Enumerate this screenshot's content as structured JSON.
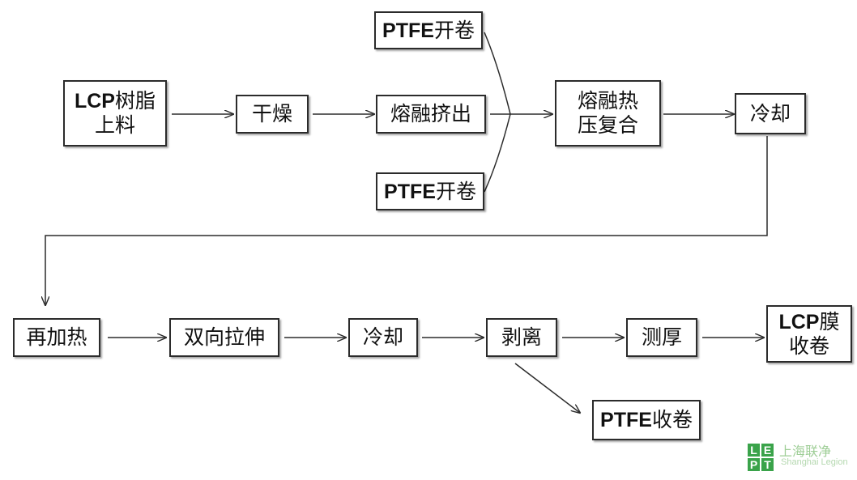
{
  "nodes": {
    "lcp_feed": {
      "latin": "LCP",
      "cn": "树脂",
      "line2": "上料"
    },
    "drying": {
      "cn": "干燥"
    },
    "melt_extrude": {
      "cn": "熔融挤出"
    },
    "ptfe_unwind_1": {
      "latin": "PTFE",
      "cn": "开卷"
    },
    "ptfe_unwind_2": {
      "latin": "PTFE",
      "cn": "开卷"
    },
    "hot_press": {
      "line1": "熔融热",
      "line2": "压复合"
    },
    "cooling_1": {
      "cn": "冷却"
    },
    "reheat": {
      "cn": "再加热"
    },
    "biaxial": {
      "cn": "双向拉伸"
    },
    "cooling_2": {
      "cn": "冷却"
    },
    "peeling": {
      "cn": "剥离"
    },
    "thickness": {
      "cn": "测厚"
    },
    "lcp_rewind": {
      "latin": "LCP",
      "cn": "膜",
      "line2": "收卷"
    },
    "ptfe_rewind": {
      "latin": "PTFE",
      "cn": "收卷"
    }
  },
  "watermark": {
    "letters": [
      "L",
      "E",
      "P",
      "T"
    ],
    "name_cn": "上海联净",
    "name_en": "Shanghai Legion",
    "color": "#3aa34a"
  },
  "colors": {
    "line": "#2b2b2b",
    "text": "#111111"
  }
}
